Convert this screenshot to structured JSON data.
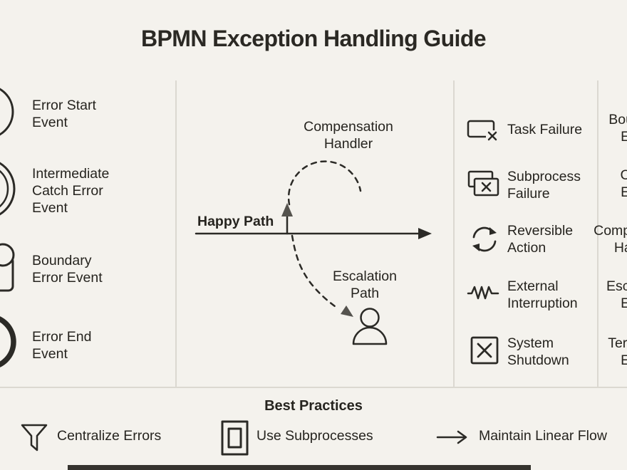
{
  "title": "BPMN Exception Handling Guide",
  "event_legend": {
    "items": [
      {
        "label": "Error Start\nEvent"
      },
      {
        "label": "Intermediate\nCatch Error\nEvent"
      },
      {
        "label": "Boundary\nError Event"
      },
      {
        "label": "Error End\nEvent"
      }
    ]
  },
  "flow": {
    "compensation_label": "Compensation\nHandler",
    "happy_path_label": "Happy Path",
    "escalation_label": "Escalation\nPath"
  },
  "scenarios": [
    {
      "scenario": "Task Failure",
      "handler": "Boundary\nEvent"
    },
    {
      "scenario": "Subprocess\nFailure",
      "handler": "Catch\nEvent"
    },
    {
      "scenario": "Reversible\nAction",
      "handler": "Compensation\nHandler"
    },
    {
      "scenario": "External\nInterruption",
      "handler": "Escalation\nEvent"
    },
    {
      "scenario": "System\nShutdown",
      "handler": "Terminate\nEvent"
    }
  ],
  "best_practices": {
    "heading": "Best Practices",
    "items": [
      {
        "label": "Centralize Errors"
      },
      {
        "label": "Use Subprocesses"
      },
      {
        "label": "Maintain Linear Flow"
      }
    ]
  },
  "colors": {
    "background": "#f4f2ed",
    "ink": "#2b2a26",
    "divider": "#dbd8d1",
    "bottom_bar": "#35332e"
  }
}
